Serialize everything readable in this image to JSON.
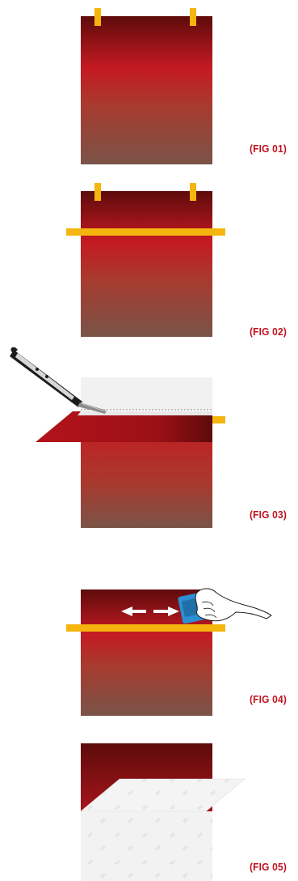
{
  "figures": [
    {
      "label": "(FIG 01)"
    },
    {
      "label": "(FIG 02)"
    },
    {
      "label": "(FIG 03)"
    },
    {
      "label": "(FIG 04)"
    },
    {
      "label": "(FIG 05)"
    }
  ],
  "colors": {
    "sheet_top": "#5d0b0b",
    "sheet_mid": "#c51a22",
    "sheet_bottom": "#7a5448",
    "tape": "#f5b50e",
    "label": "#c1121f",
    "squeegee": "#2b8fd1",
    "backing_paper": "#f1f1f1"
  }
}
